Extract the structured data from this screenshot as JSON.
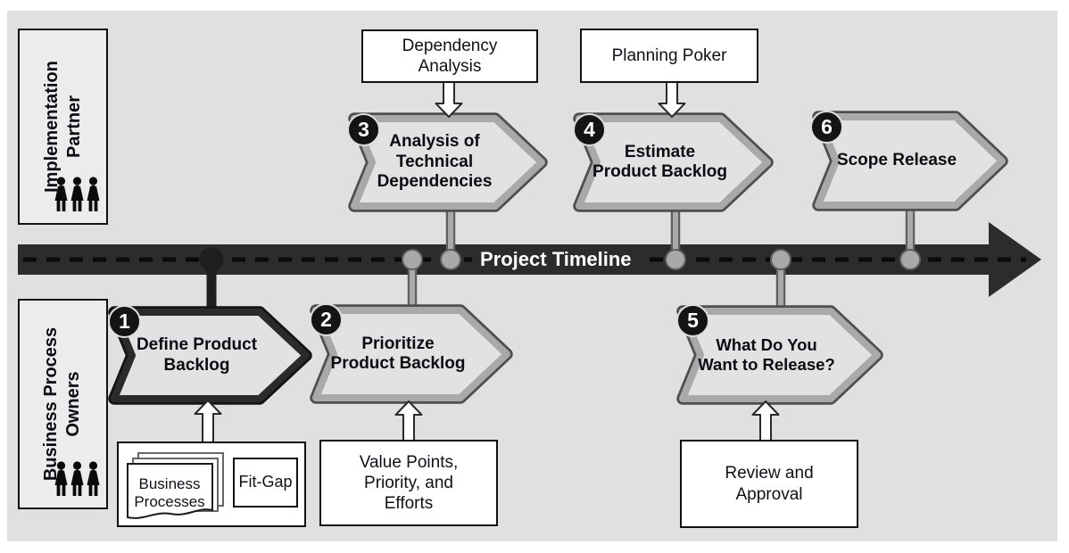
{
  "lanes": [
    {
      "label": "Implementation\nPartner"
    },
    {
      "label": "Business Process\nOwners"
    }
  ],
  "timeline": {
    "label": "Project Timeline"
  },
  "steps": [
    {
      "number": "1",
      "label": "Define Product\nBacklog"
    },
    {
      "number": "2",
      "label": "Prioritize\nProduct Backlog"
    },
    {
      "number": "3",
      "label": "Analysis of\nTechnical\nDependencies"
    },
    {
      "number": "4",
      "label": "Estimate\nProduct Backlog"
    },
    {
      "number": "5",
      "label": "What Do You\nWant to Release?"
    },
    {
      "number": "6",
      "label": "Scope Release"
    }
  ],
  "inputs": {
    "dependency_analysis": {
      "label": "Dependency\nAnalysis"
    },
    "planning_poker": {
      "label": "Planning Poker"
    },
    "business_processes": {
      "label": "Business\nProcesses"
    },
    "fit_gap": {
      "label": "Fit-Gap"
    },
    "value_points": {
      "label": "Value Points,\nPriority, and\nEfforts"
    },
    "review_approval": {
      "label": "Review and\nApproval"
    }
  },
  "colors": {
    "panel_bg": "#e0e0e0",
    "timeline_bar": "#2c2c2c",
    "step_outline": "#a9a9a9",
    "step_highlight_outline": "#1a1a1a",
    "box_border": "#111111"
  }
}
